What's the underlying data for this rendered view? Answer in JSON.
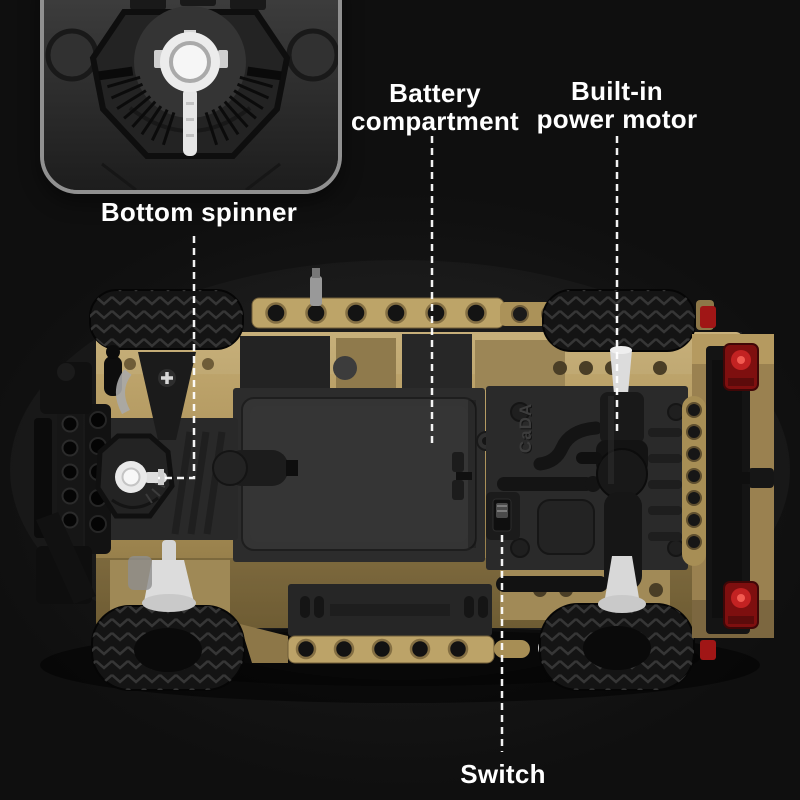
{
  "scene": {
    "description": "Marketing photo: bottom view of a brick-built RC car with part callouts",
    "background_color": "#121212"
  },
  "callouts": {
    "bottom_spinner": {
      "label": "Bottom spinner"
    },
    "battery_compartment": {
      "line1": "Battery",
      "line2": "compartment"
    },
    "built_in_power_motor": {
      "line1": "Built-in",
      "line2": "power motor"
    },
    "switch": {
      "label": "Switch"
    }
  },
  "car": {
    "embossed_brand": "CaDA",
    "colors": {
      "chassis_tan": "#b49b63",
      "plate_gray": "#2c2c2c",
      "tire_black": "#141414",
      "axle_white": "#dcdcdc",
      "tail_light_red": "#c32222",
      "label_text": "#ffffff",
      "leader_line": "#ffffff",
      "inset_border": "#909090"
    }
  }
}
